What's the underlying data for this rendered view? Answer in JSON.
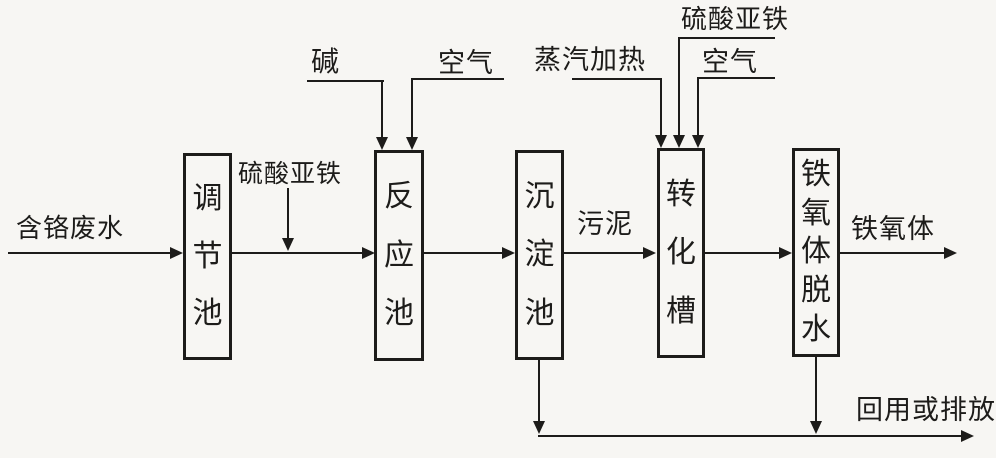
{
  "colors": {
    "ink": "#1d1c1a",
    "paper": "#f7f6f3"
  },
  "flowchart": {
    "input_label": "含铬废水",
    "boxes": [
      {
        "label": "调节池"
      },
      {
        "label": "反应池"
      },
      {
        "label": "沉淀池"
      },
      {
        "label": "转化槽"
      },
      {
        "label": "铁氧体脱水"
      }
    ],
    "feed_labels": {
      "ferrous_sulfate_adjustment": "硫酸亚铁",
      "alkali": "碱",
      "air_reaction": "空气",
      "steam_heating": "蒸汽加热",
      "ferrous_sulfate_conversion": "硫酸亚铁",
      "air_conversion": "空气"
    },
    "stream_labels": {
      "sludge": "污泥",
      "ferrite_product": "铁氧体",
      "reuse_or_discharge": "回用或排放"
    }
  }
}
